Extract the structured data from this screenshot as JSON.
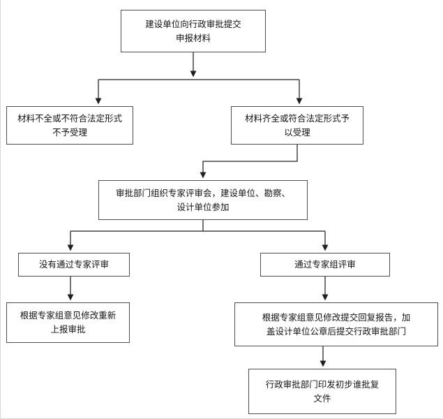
{
  "colors": {
    "line": "#1f1f1f",
    "box-border": "#4d4d4d",
    "text": "#121212",
    "bg": "#ffffff"
  },
  "flowchart": {
    "nodes": {
      "submit": {
        "label": "建设单位向行政审批提交\n申报材料"
      },
      "reject": {
        "label": "材料不全或不符合法定形式\n不予受理"
      },
      "accept": {
        "label": "材料齐全或符合法定形式予\n以受理"
      },
      "review": {
        "label": "审批部门组织专家评审会，建设单位、勘察、\n设计单位参加"
      },
      "fail": {
        "label": "没有通过专家评审"
      },
      "pass": {
        "label": "通过专家组评审"
      },
      "revise": {
        "label": "根据专家组意见修改重新\n上报审批"
      },
      "reply": {
        "label": "根据专家组意见修改提交回复报告，加\n盖设计单位公章后提交行政审批部门"
      },
      "issue": {
        "label": "行政审批部门印发初步谁批复\n文件"
      }
    }
  }
}
